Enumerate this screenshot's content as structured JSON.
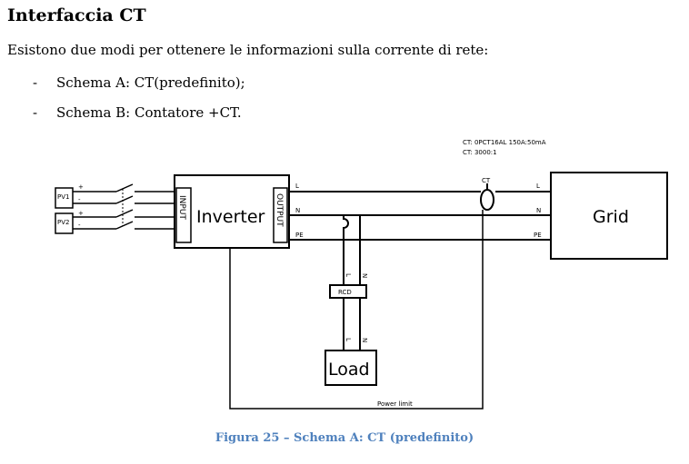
{
  "heading": "Interfaccia CT",
  "intro": "Esistono due modi per ottenere le informazioni sulla corrente di rete:",
  "bullets": [
    {
      "marker": "-",
      "text": "Schema A: CT(predefinito);"
    },
    {
      "marker": "-",
      "text": "Schema B: Contatore +CT."
    }
  ],
  "diagram": {
    "ct_spec_1": "CT: 0PCT16AL  150A:50mA",
    "ct_spec_2": "CT: 3000:1",
    "ct_label": "CT",
    "pv1": "PV1",
    "pv2": "PV2",
    "plus": "+",
    "minus": "-",
    "input": "INPUT",
    "inverter": "Inverter",
    "output": "OUTPUT",
    "line_l": "L",
    "line_n": "N",
    "line_pe": "PE",
    "grid": "Grid",
    "rcd": "RCD",
    "load": "Load",
    "power_limit": "Power limit"
  },
  "caption": "Figura 25 – Schema A: CT (predefinito)"
}
